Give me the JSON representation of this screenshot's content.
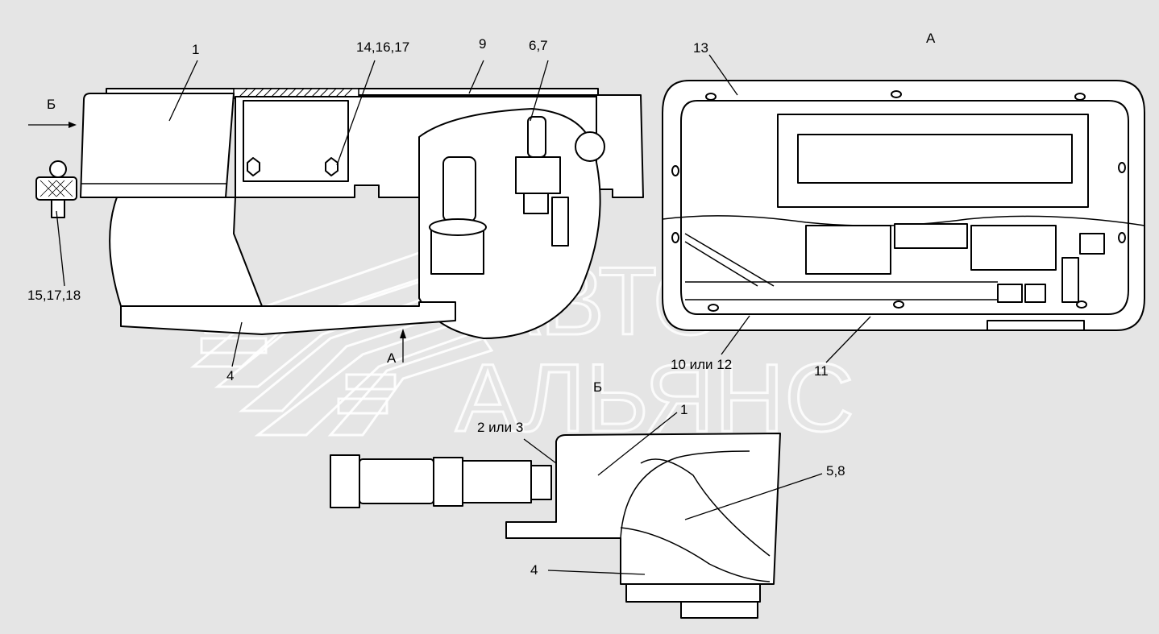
{
  "diagram": {
    "view_labels": {
      "view_a": "А",
      "view_b_arrow": "Б",
      "view_b_title": "Б",
      "arrow_a": "А"
    },
    "callouts": {
      "c1": "1",
      "c14": "14,16,17",
      "c9": "9",
      "c67": "6,7",
      "c15": "15,17,18",
      "c4": "4",
      "c13": "13",
      "c10": "10 или 12",
      "c11": "11",
      "c1b": "1",
      "c23": "2 или 3",
      "c58": "5,8",
      "c4b": "4"
    },
    "watermark": {
      "line1": "АВТО",
      "line2": "АЛЬЯНС"
    }
  }
}
